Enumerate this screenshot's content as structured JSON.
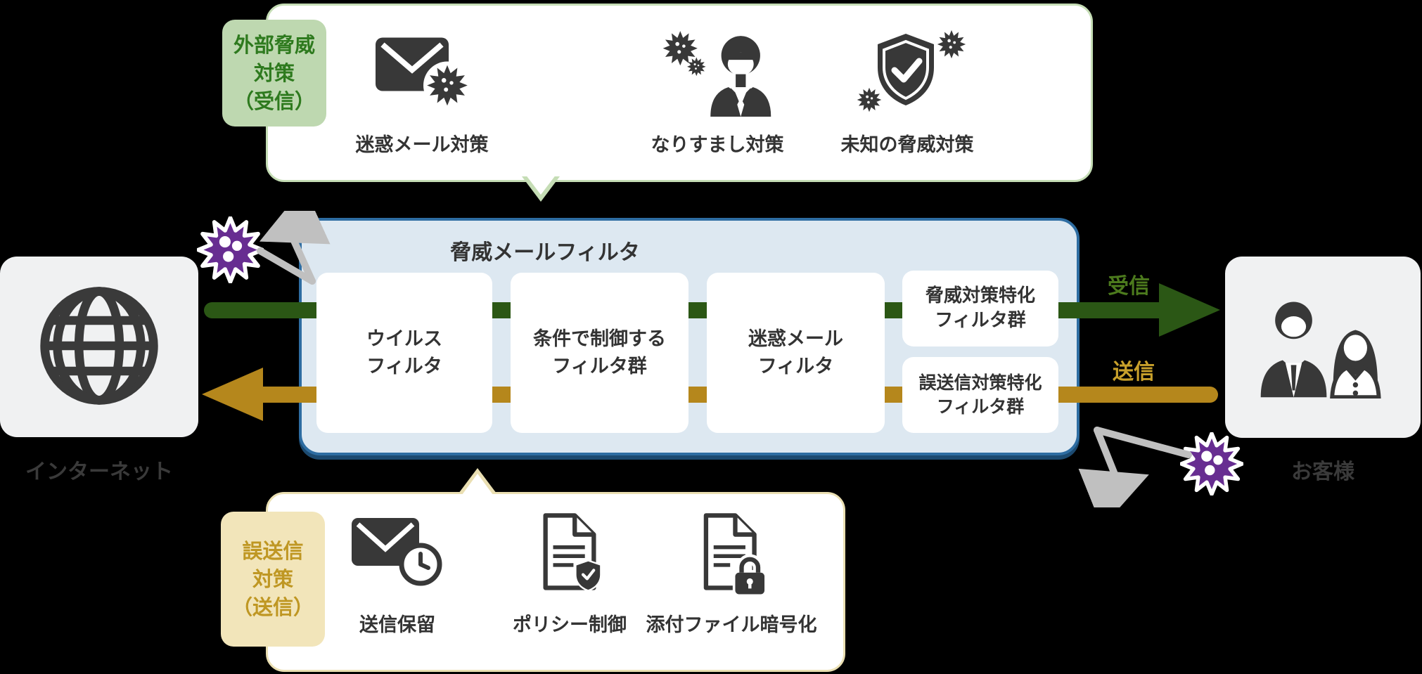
{
  "top_panel": {
    "label_lines": [
      "外部脅威",
      "対策",
      "（受信）"
    ],
    "items": [
      {
        "label": "迷惑メール対策",
        "icon": "mail-virus-icon"
      },
      {
        "label": "なりすまし対策",
        "icon": "impersonator-icon"
      },
      {
        "label": "未知の脅威対策",
        "icon": "shield-check-icon"
      }
    ]
  },
  "filter_panel": {
    "title": "脅威メールフィルタ",
    "filters": [
      {
        "line1": "ウイルス",
        "line2": "フィルタ"
      },
      {
        "line1": "条件で制御する",
        "line2": "フィルタ群"
      },
      {
        "line1": "迷惑メール",
        "line2": "フィルタ"
      }
    ],
    "stacked_filters": [
      {
        "line1": "脅威対策特化",
        "line2": "フィルタ群"
      },
      {
        "line1": "誤送信対策特化",
        "line2": "フィルタ群"
      }
    ]
  },
  "flows": {
    "receive_label": "受信",
    "send_label": "送信"
  },
  "left_node": {
    "label": "インターネット"
  },
  "right_node": {
    "label": "お客様"
  },
  "bottom_panel": {
    "label_lines": [
      "誤送信",
      "対策",
      "（送信）"
    ],
    "items": [
      {
        "label": "送信保留",
        "icon": "mail-clock-icon"
      },
      {
        "label": "ポリシー制御",
        "icon": "document-shield-icon"
      },
      {
        "label": "添付ファイル暗号化",
        "icon": "document-lock-icon"
      }
    ]
  },
  "colors": {
    "receive_green": "#2b5715",
    "receive_label_green": "#4c7a1d",
    "send_gold": "#b5871c",
    "send_label_gold": "#c9a12b",
    "tag_green_bg": "#bed8b0",
    "tag_green_text": "#2e7a1e",
    "tag_gold_bg": "#f2e5ba",
    "tag_gold_text": "#bf9723",
    "filter_panel_bg": "#dde8f1",
    "filter_panel_border": "#2e6da2",
    "virus_purple": "#672d91",
    "icon_dark": "#383838"
  }
}
